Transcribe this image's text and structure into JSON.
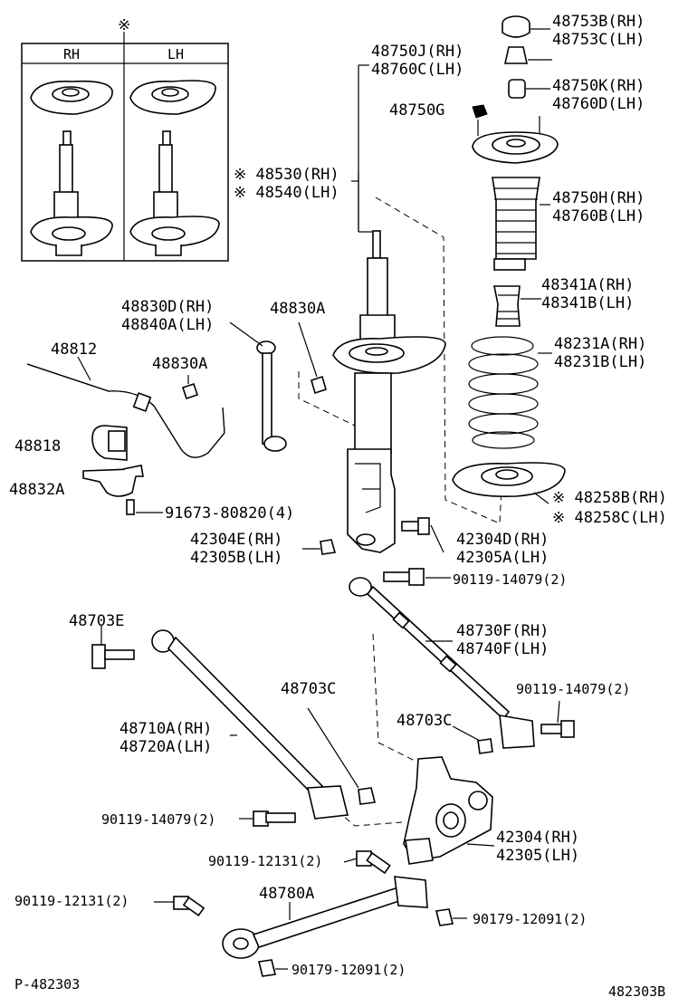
{
  "inset": {
    "mark": "※",
    "col_rh": "RH",
    "col_lh": "LH"
  },
  "footer": {
    "left_ref": "P-482303",
    "right_ref": "482303B"
  },
  "labels": {
    "l48753b": "48753B(RH)",
    "l48753c": "48753C(LH)",
    "l48750j": "48750J(RH)",
    "l48760c": "48760C(LH)",
    "l48750k": "48750K(RH)",
    "l48760d": "48760D(LH)",
    "l48750g": "48750G",
    "l48530": "※ 48530(RH)",
    "l48540": "※ 48540(LH)",
    "l48750h": "48750H(RH)",
    "l48760b": "48760B(LH)",
    "l48341a": "48341A(RH)",
    "l48341b": "48341B(LH)",
    "l48830d": "48830D(RH)",
    "l48840a": "48840A(LH)",
    "l48830a_top": "48830A",
    "l48812": "48812",
    "l48830a_mid": "48830A",
    "l48231a": "48231A(RH)",
    "l48231b": "48231B(LH)",
    "l48818": "48818",
    "l48832a": "48832A",
    "l91673": "91673-80820(4)",
    "l48258b": "※ 48258B(RH)",
    "l48258c": "※ 48258C(LH)",
    "l42304e": "42304E(RH)",
    "l42305b": "42305B(LH)",
    "l42304d": "42304D(RH)",
    "l42305a": "42305A(LH)",
    "l90119_a": "90119-14079(2)",
    "l48703e": "48703E",
    "l48730f": "48730F(RH)",
    "l48740f": "48740F(LH)",
    "l48703c_a": "48703C",
    "l90119_b": "90119-14079(2)",
    "l48710a": "48710A(RH)",
    "l48720a": "48720A(LH)",
    "l48703c_b": "48703C",
    "l90119_c": "90119-14079(2)",
    "l42304": "42304(RH)",
    "l42305": "42305(LH)",
    "l90119_d": "90119-12131(2)",
    "l48780a": "48780A",
    "l90119_e": "90119-12131(2)",
    "l90179_a": "90179-12091(2)",
    "l90179_b": "90179-12091(2)"
  }
}
